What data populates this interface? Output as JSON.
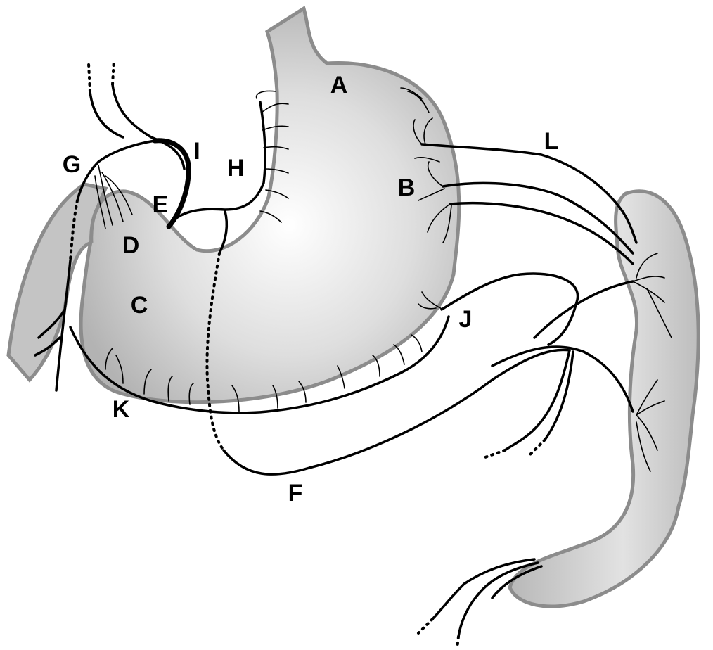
{
  "diagram": {
    "labels": {
      "A": "A",
      "B": "B",
      "C": "C",
      "D": "D",
      "E": "E",
      "F": "F",
      "G": "G",
      "H": "H",
      "I": "I",
      "J": "J",
      "K": "K",
      "L": "L"
    }
  }
}
